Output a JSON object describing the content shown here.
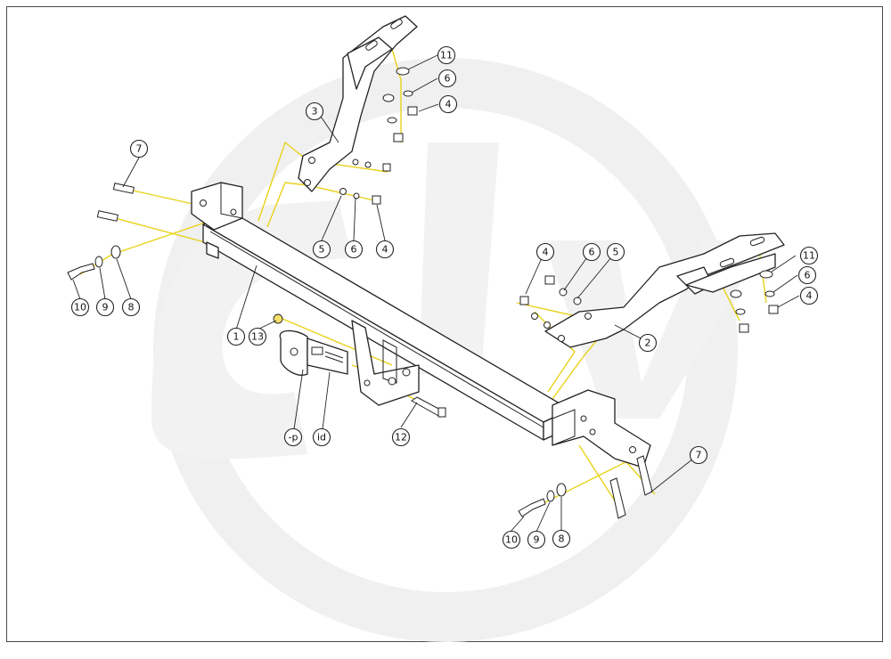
{
  "diagram": {
    "watermark": {
      "name": "brand-logo-watermark"
    },
    "colors": {
      "guide_line": "#e8d21a",
      "line": "#222222",
      "watermark": "#f0f0f0"
    },
    "callouts": [
      {
        "id": "c1",
        "label": "1"
      },
      {
        "id": "c2",
        "label": "2"
      },
      {
        "id": "c3",
        "label": "3"
      },
      {
        "id": "c4a",
        "label": "4"
      },
      {
        "id": "c4b",
        "label": "4"
      },
      {
        "id": "c4c",
        "label": "4"
      },
      {
        "id": "c4d",
        "label": "4"
      },
      {
        "id": "c5a",
        "label": "5"
      },
      {
        "id": "c5b",
        "label": "5"
      },
      {
        "id": "c6a",
        "label": "6"
      },
      {
        "id": "c6b",
        "label": "6"
      },
      {
        "id": "c6c",
        "label": "6"
      },
      {
        "id": "c6d",
        "label": "6"
      },
      {
        "id": "c7a",
        "label": "7"
      },
      {
        "id": "c7b",
        "label": "7"
      },
      {
        "id": "c8a",
        "label": "8"
      },
      {
        "id": "c8b",
        "label": "8"
      },
      {
        "id": "c9a",
        "label": "9"
      },
      {
        "id": "c9b",
        "label": "9"
      },
      {
        "id": "c10a",
        "label": "10"
      },
      {
        "id": "c10b",
        "label": "10"
      },
      {
        "id": "c11a",
        "label": "11"
      },
      {
        "id": "c11b",
        "label": "11"
      },
      {
        "id": "c12",
        "label": "12"
      },
      {
        "id": "c13",
        "label": "13"
      },
      {
        "id": "cp",
        "label": "-p"
      },
      {
        "id": "cid",
        "label": "id"
      }
    ]
  }
}
